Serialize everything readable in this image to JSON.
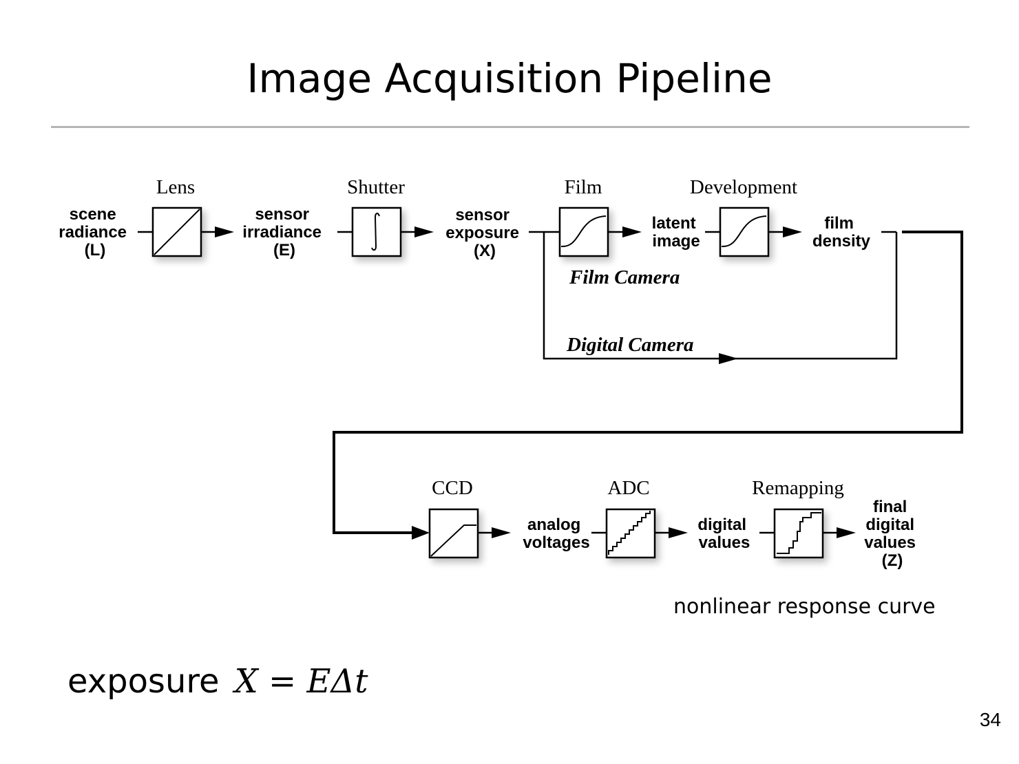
{
  "title": "Image Acquisition Pipeline",
  "page_number": "34",
  "top_stages": [
    {
      "caption": "Lens",
      "lines": [
        "scene",
        "radiance",
        "(L)"
      ]
    },
    {
      "caption": "Shutter",
      "lines": [
        "sensor",
        "irradiance",
        "(E)"
      ]
    },
    {
      "caption": "Film",
      "lines": [
        "sensor",
        "exposure",
        "(X)"
      ]
    },
    {
      "caption": "Development",
      "lines": [
        "latent",
        "image"
      ]
    }
  ],
  "film_output": [
    "film",
    "density"
  ],
  "branches": {
    "film": "Film Camera",
    "digital": "Digital Camera"
  },
  "bottom_stages": [
    {
      "caption": "CCD"
    },
    {
      "caption": "ADC",
      "lines": [
        "analog",
        "voltages"
      ]
    },
    {
      "caption": "Remapping",
      "lines": [
        "digital",
        "values"
      ]
    }
  ],
  "final_output": [
    "final",
    "digital",
    "values",
    "(Z)"
  ],
  "note": "nonlinear response curve",
  "formula": {
    "word": "exposure",
    "math": "X = EΔt"
  }
}
